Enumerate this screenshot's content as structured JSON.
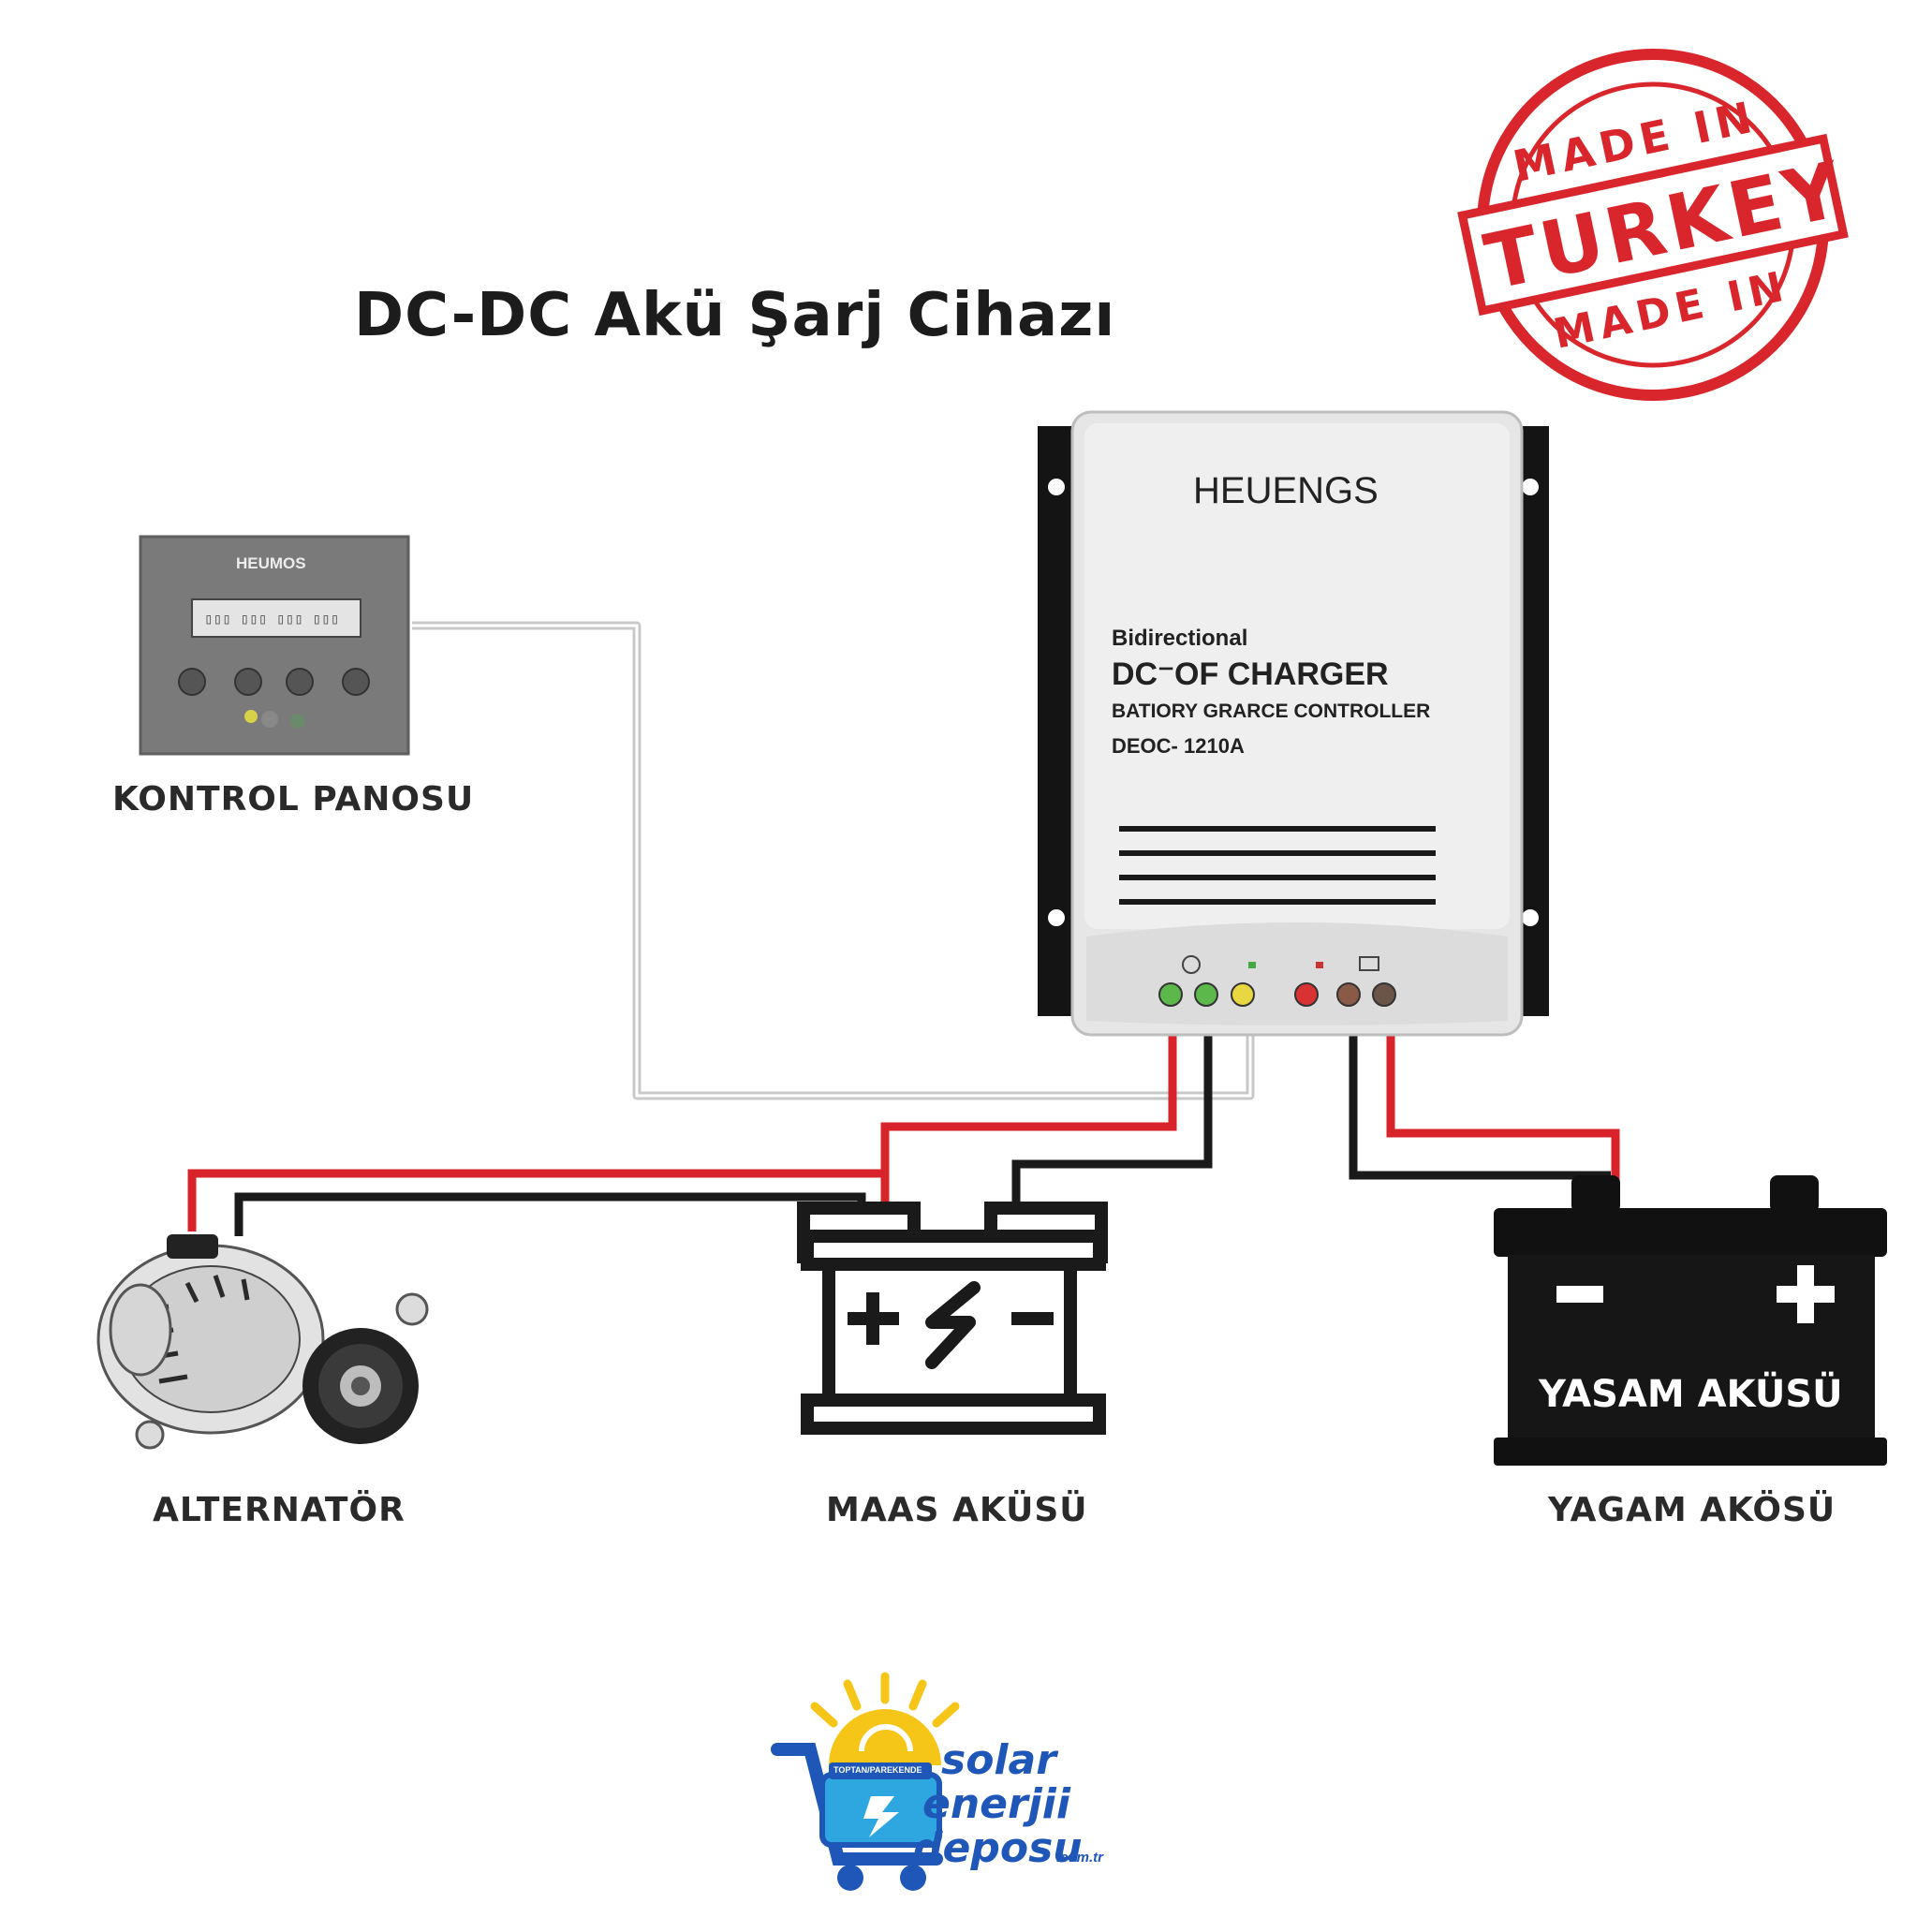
{
  "title": "DC-DC Akü Şarj Cihazı",
  "stamp": {
    "top_text": "MADE IN",
    "main_text": "TURKEY",
    "bottom_text": "MADE IN",
    "color": "#d9262c"
  },
  "charger": {
    "brand": "HEUENGS",
    "line1": "Bidirectional",
    "line2": "DC⁻OF CHARGER",
    "line3": "BATIORY GRARCE CONTROLLER",
    "model": "DEOC- 1210A",
    "body_color": "#e6e6e6",
    "bracket_color": "#141414"
  },
  "control_panel": {
    "brand": "HEUMOS",
    "label": "KONTROL PANOSU",
    "body_color": "#7a7a7a"
  },
  "components": {
    "alternator_label": "ALTERNATÖR",
    "starter_battery_label": "MAAS AKÜSÜ",
    "house_battery_label": "YAGAM AKÖSÜ",
    "house_battery_body_text": "YASAM AKÜSÜ"
  },
  "wire_colors": {
    "positive": "#d8232a",
    "negative": "#1a1a1a",
    "signal": "#c8c8c8"
  },
  "logo": {
    "tagline": "TOPTAN/PAREKENDE",
    "line1": "solar",
    "line2": "enerjii",
    "line3": "deposu",
    "suffix": ".com.tr",
    "blue": "#1f57b8",
    "yellow": "#f5c518"
  }
}
